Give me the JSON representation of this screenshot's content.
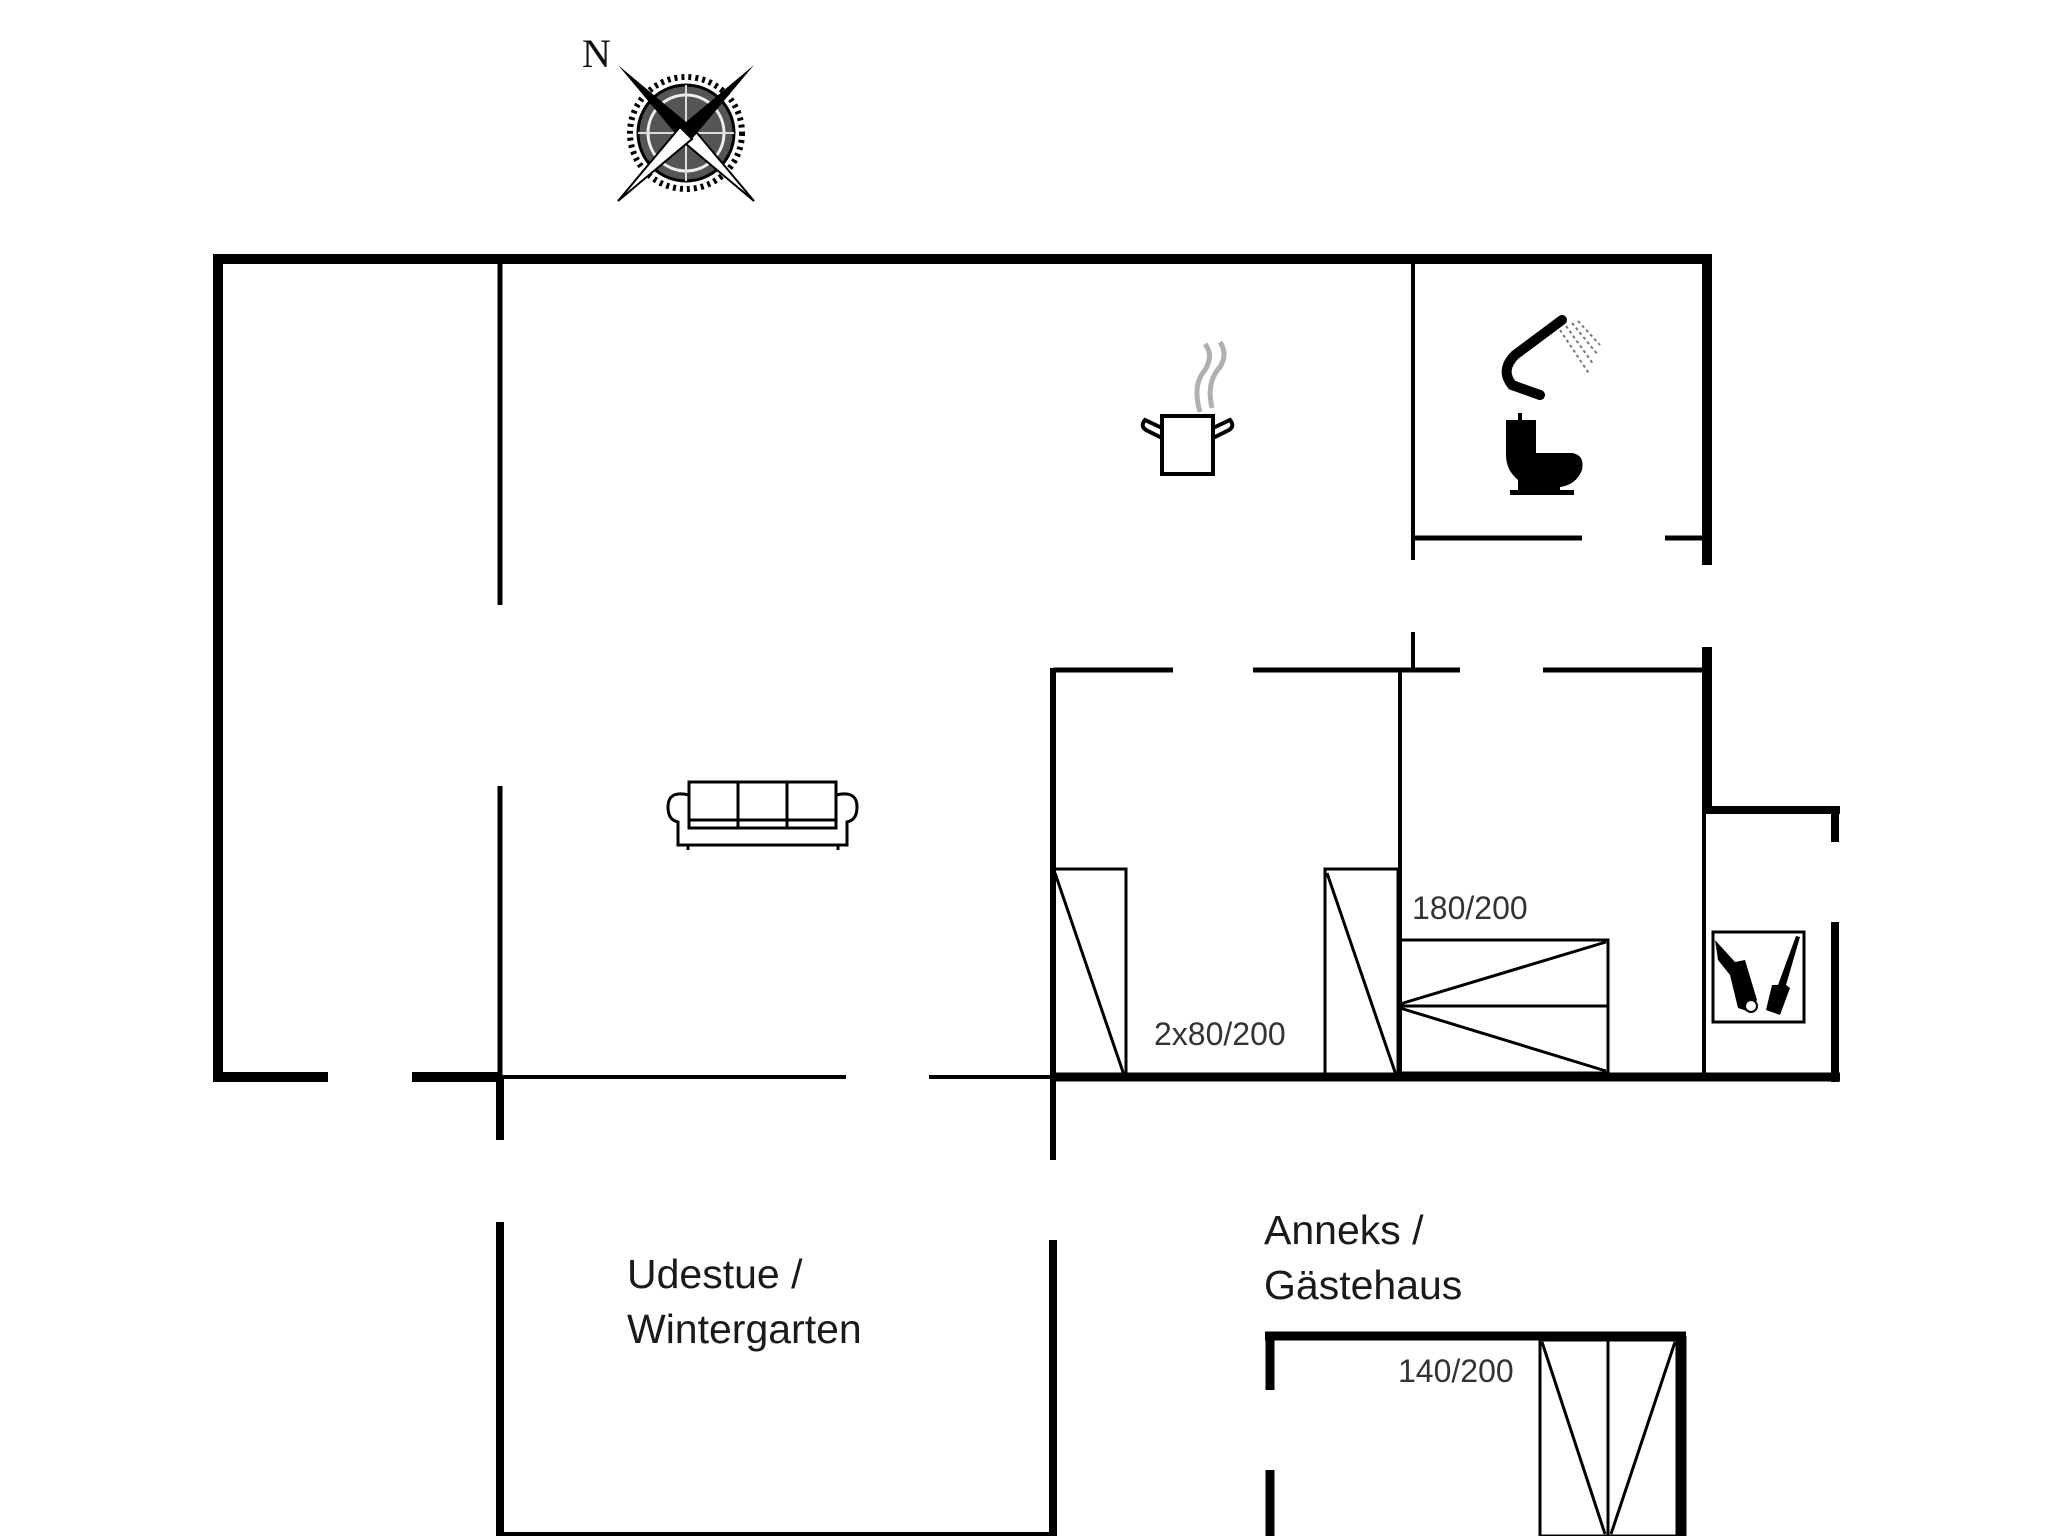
{
  "compass": {
    "label": "N",
    "icon": "compass-rose-icon"
  },
  "rooms": {
    "wintergarten": {
      "line1": "Udestue /",
      "line2": "Wintergarten"
    },
    "annex": {
      "line1": "Anneks /",
      "line2": "Gästehaus"
    }
  },
  "beds": {
    "twin": "2x80/200",
    "double_main": "180/200",
    "double_annex": "140/200"
  },
  "icons": {
    "kitchen": "cooking-pot-icon",
    "shower": "shower-icon",
    "toilet": "toilet-icon",
    "sofa": "sofa-icon",
    "utility": "vacuum-broom-icon"
  },
  "colors": {
    "wall": "#000000",
    "background": "#ffffff",
    "steam": "#b0b0b0",
    "text": "#1a1a1a"
  }
}
